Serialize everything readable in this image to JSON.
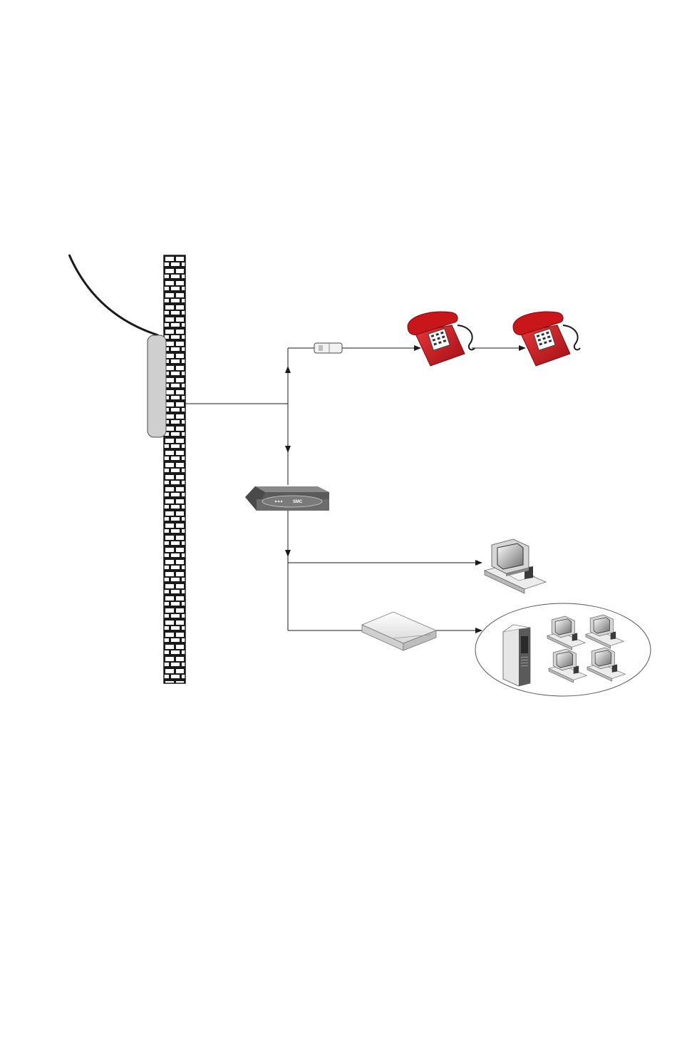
{
  "diagram": {
    "kind": "network-connection-diagram",
    "modem": {
      "brand": "SMC"
    },
    "colors": {
      "phone": "#c8161b",
      "phone_dark": "#7e0a0d",
      "wall_brick": "#ffffff",
      "wall_mortar": "#1a1a1a",
      "wall_plate": "#cfcfcf",
      "modem_body": "#6c6c6c",
      "wire": "#1a1a1a"
    },
    "nodes": [
      {
        "id": "outside-cable",
        "icon": "cable-icon"
      },
      {
        "id": "wall-plate",
        "icon": "wall-plate-icon"
      },
      {
        "id": "splitter",
        "icon": "splitter-icon"
      },
      {
        "id": "telephone-1",
        "icon": "telephone-icon"
      },
      {
        "id": "telephone-2",
        "icon": "telephone-icon"
      },
      {
        "id": "modem",
        "icon": "modem-icon"
      },
      {
        "id": "computer",
        "icon": "computer-icon"
      },
      {
        "id": "router",
        "icon": "router-icon"
      },
      {
        "id": "lan",
        "icon": "lan-network-icon"
      }
    ]
  }
}
